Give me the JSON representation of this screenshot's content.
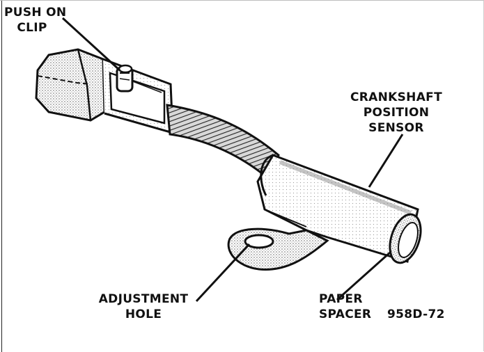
{
  "labels": {
    "push_on_clip": [
      "PUSH ON",
      "CLIP"
    ],
    "crankshaft_position_sensor": [
      "CRANKSHAFT",
      "POSITION",
      "SENSOR"
    ],
    "adjustment_hole": [
      "ADJUSTMENT",
      "HOLE"
    ],
    "paper_spacer": [
      "PAPER",
      "SPACER"
    ],
    "figure_code": "958D-72"
  },
  "colors": {
    "ink": "#111111",
    "shade": "#cfcfcf",
    "paper": "#ffffff"
  }
}
